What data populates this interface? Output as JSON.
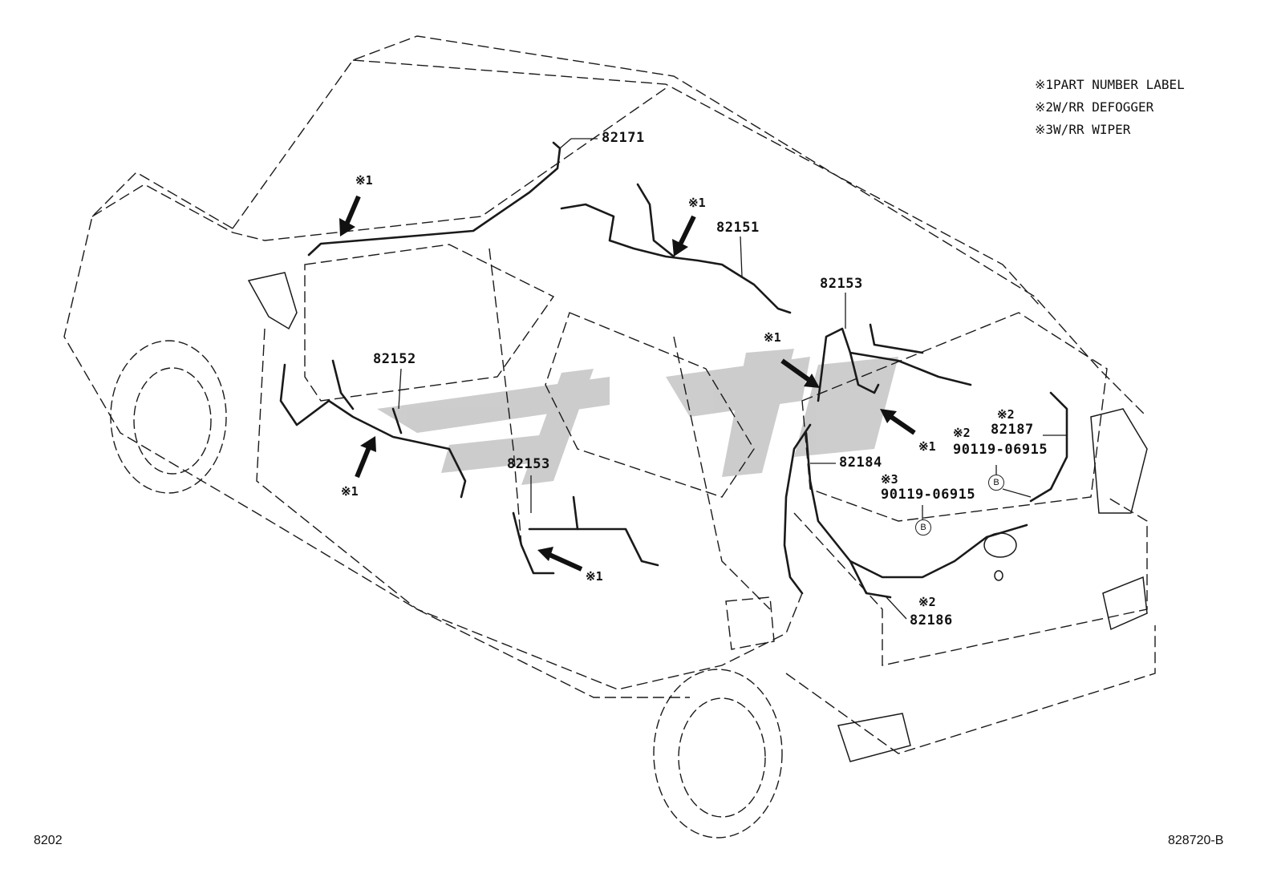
{
  "legend": {
    "items": [
      {
        "mark": "※1",
        "text": "PART NUMBER LABEL"
      },
      {
        "mark": "※2",
        "text": "W/RR DEFOGGER"
      },
      {
        "mark": "※3",
        "text": "W/RR WIPER"
      }
    ]
  },
  "parts": {
    "p82171": "82171",
    "p82151": "82151",
    "p82152": "82152",
    "p82153_upper": "82153",
    "p82153_lower": "82153",
    "p82184": "82184",
    "p82186": "82186",
    "p82187": "82187",
    "bolt_a": "90119-06915",
    "bolt_b": "90119-06915"
  },
  "notes": {
    "n1": "※1",
    "n2": "※2",
    "n3": "※3",
    "circle_b": "B"
  },
  "footer": {
    "left": "8202",
    "right": "828720-B"
  },
  "colors": {
    "line": "#1a1a1a",
    "watermark": "#bdbdbd"
  }
}
